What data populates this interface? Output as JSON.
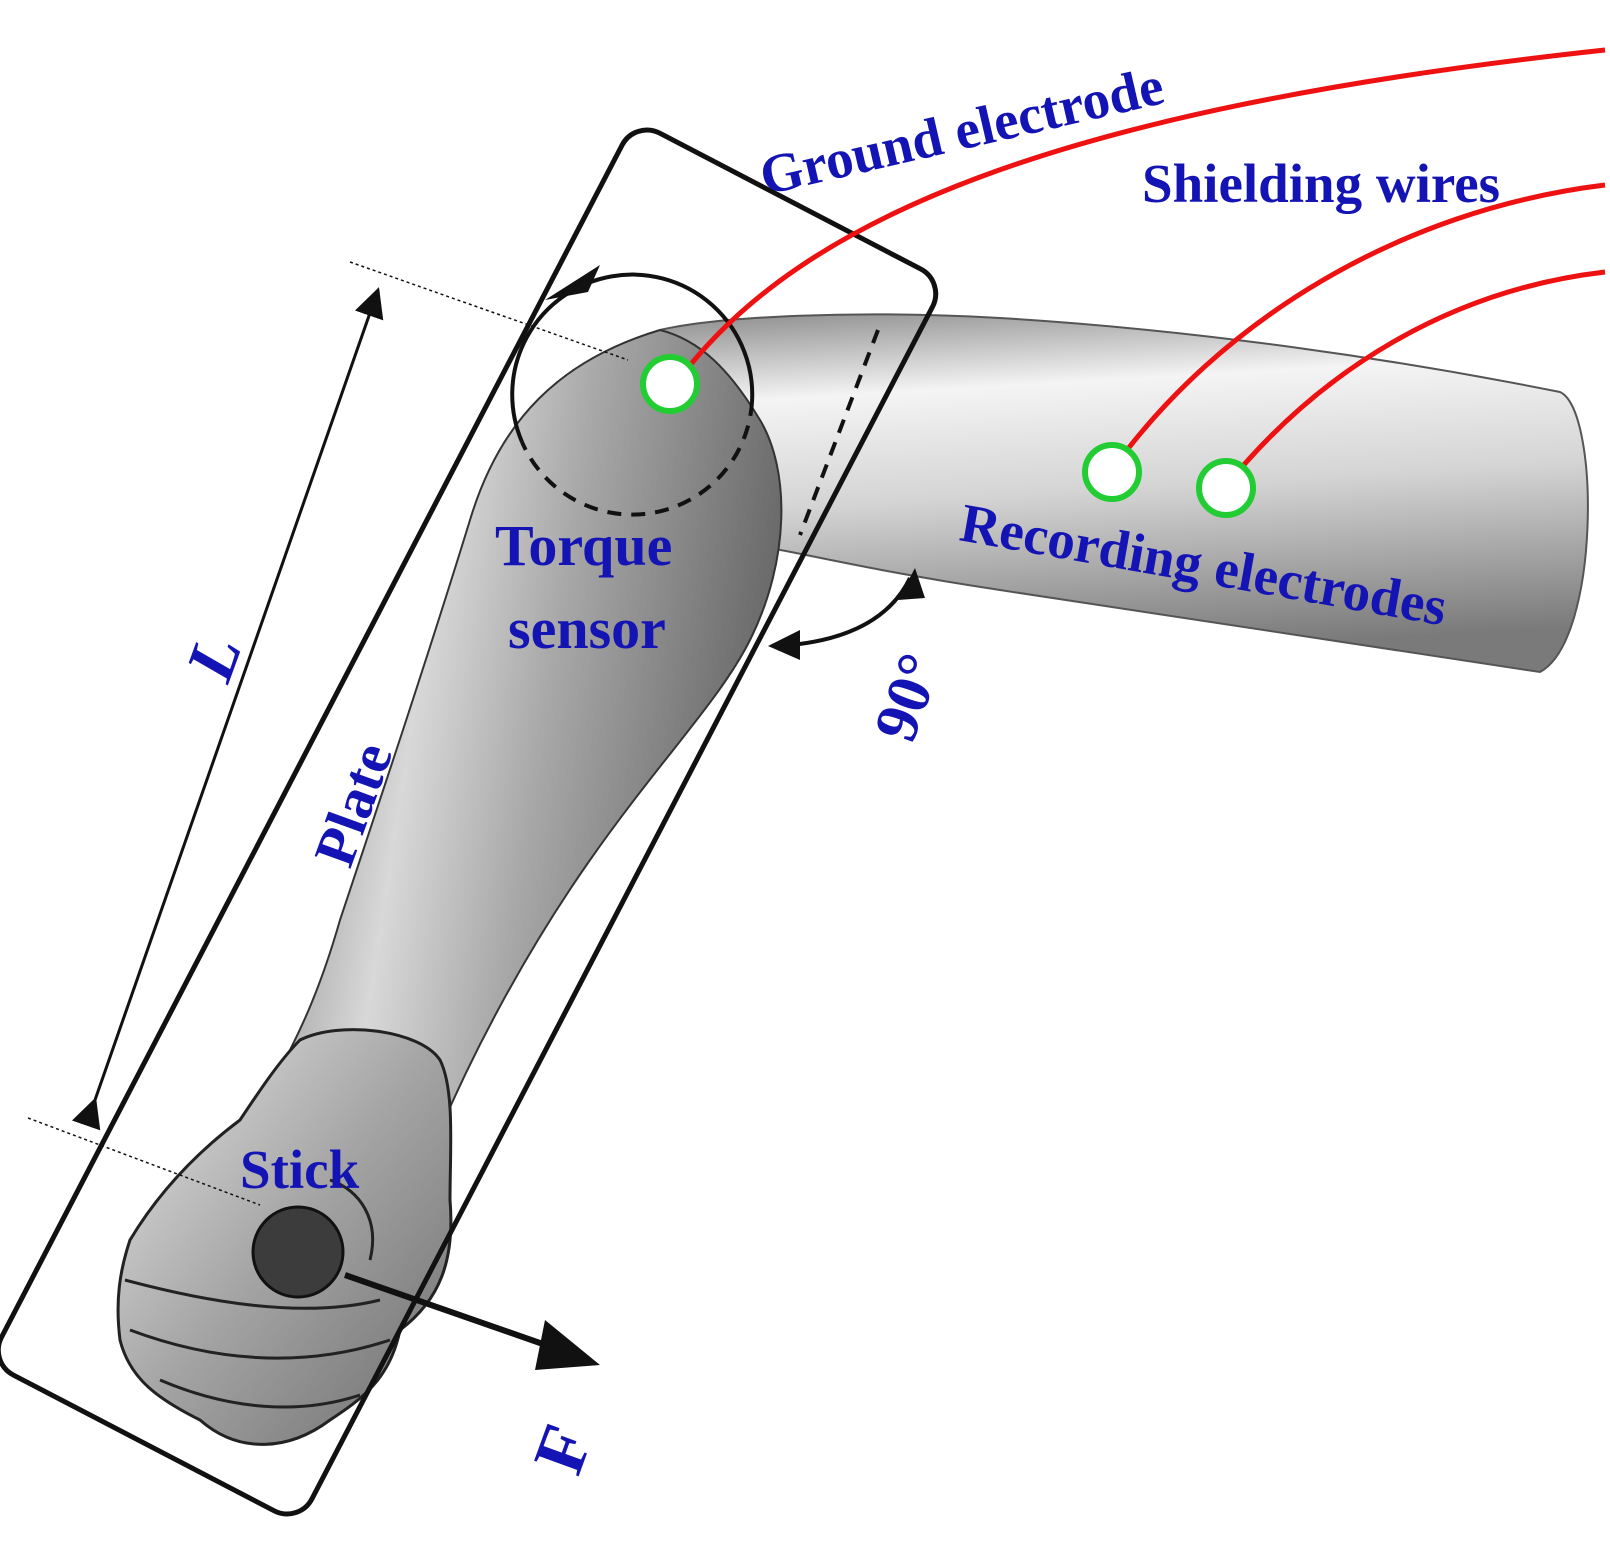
{
  "labels": {
    "ground_electrode": "Ground electrode",
    "shielding_wires": "Shielding wires",
    "recording_electrodes": "Recording electrodes",
    "torque_line1": "Torque",
    "torque_line2": "sensor",
    "length": "L",
    "plate": "Plate",
    "angle": "90°",
    "stick": "Stick",
    "force": "F"
  },
  "colors": {
    "label_text": "#1414b4",
    "wire": "#ee1111",
    "electrode_ring": "#22cc33",
    "outline": "#111111",
    "stick": "#3c3c3c"
  }
}
